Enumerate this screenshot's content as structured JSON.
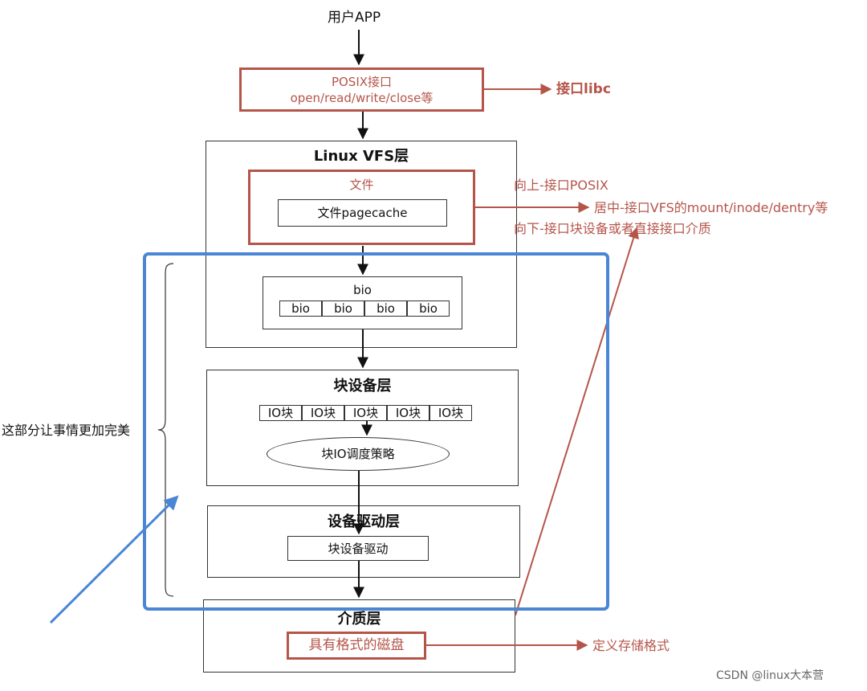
{
  "top": {
    "user_app": "用户APP"
  },
  "posix_box": {
    "line1": "POSIX接口",
    "line2": "open/read/write/close等"
  },
  "libc_note": "接口libc",
  "vfs_layer": {
    "title": "Linux VFS层",
    "file_label": "文件",
    "pagecache_label": "文件pagecache",
    "notes": [
      "向上-接口POSIX",
      "居中-接口VFS的mount/inode/dentry等",
      "向下-接口块设备或者直接接口介质"
    ]
  },
  "bio_group": {
    "label": "bio",
    "cells": [
      "bio",
      "bio",
      "bio",
      "bio"
    ]
  },
  "block_layer": {
    "title": "块设备层",
    "io_cells": [
      "IO块",
      "IO块",
      "IO块",
      "IO块",
      "IO块"
    ],
    "scheduler": "块IO调度策略"
  },
  "driver_layer": {
    "title": "设备驱动层",
    "driver": "块设备驱动"
  },
  "media_layer": {
    "title": "介质层",
    "disk": "具有格式的磁盘",
    "disk_note": "定义存储格式"
  },
  "left_note": "这部分让事情更加完美",
  "watermark": "CSDN @linux大本营",
  "colors": {
    "annotation_red": "#b5554a",
    "highlight_blue": "#4a86d4"
  }
}
